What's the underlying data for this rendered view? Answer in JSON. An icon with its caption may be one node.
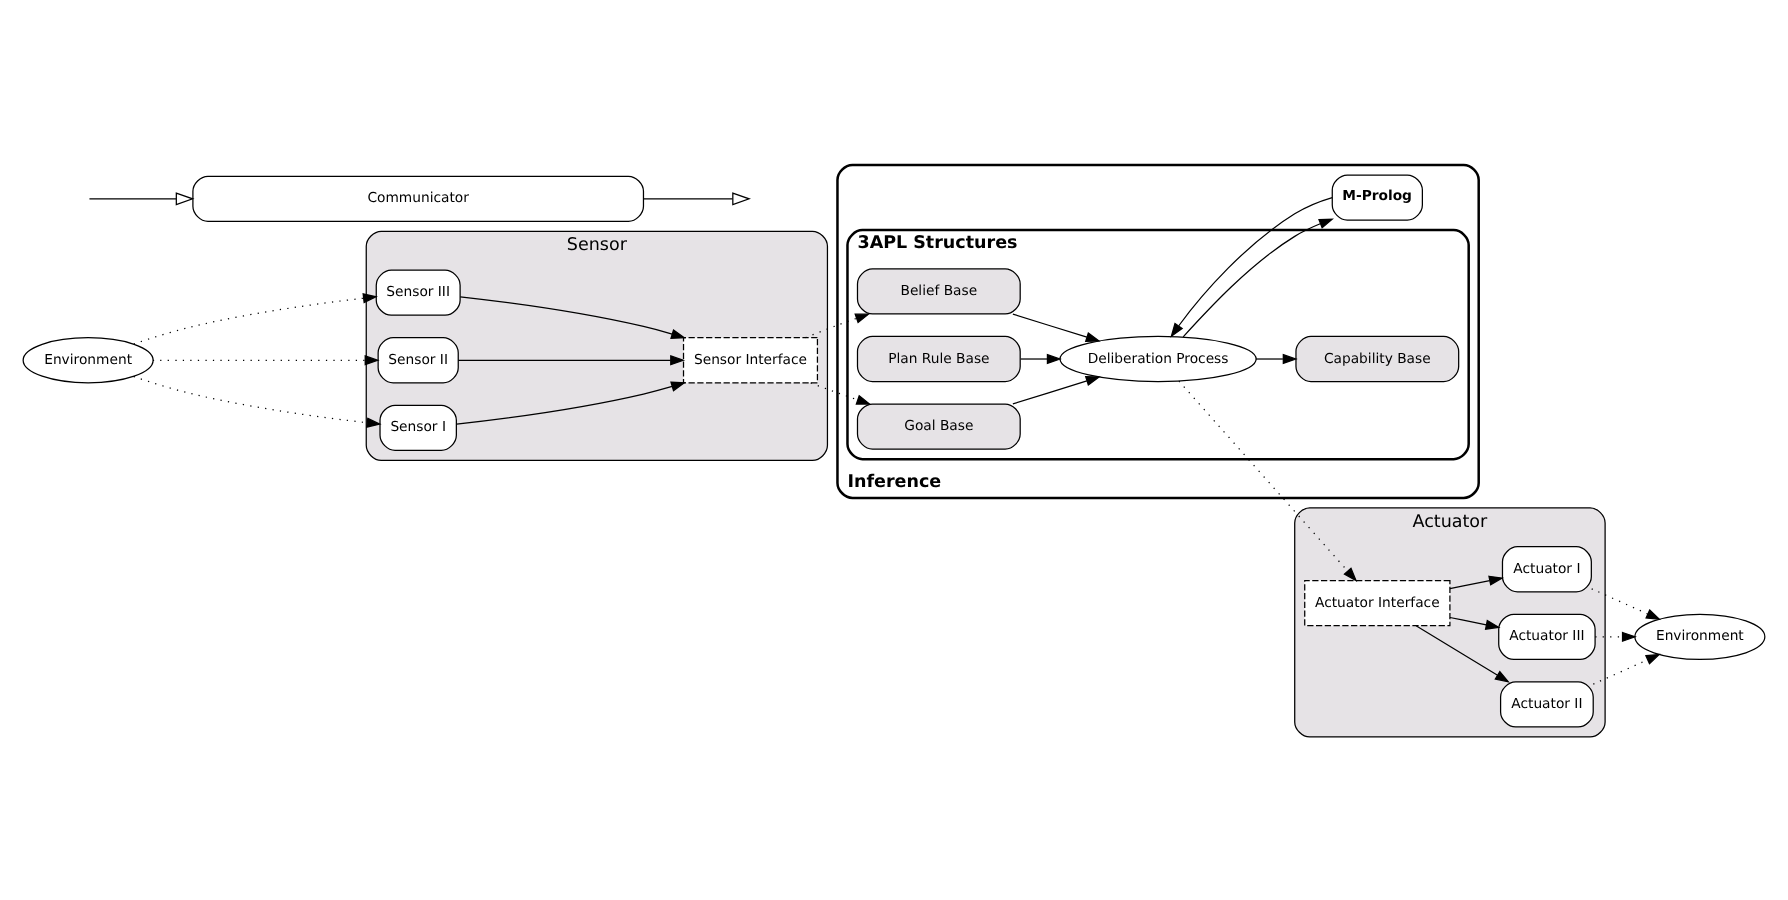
{
  "diagram": {
    "nodes": [
      {
        "text": [
          "Environment"
        ]
      },
      {
        "text": [
          "Sensor"
        ]
      },
      {
        "text": [
          "Sensor III"
        ],
        "in": 1
      },
      {
        "text": [
          "Sensor II"
        ],
        "in": 1
      },
      {
        "text": [
          "Sensor I"
        ],
        "in": 1
      },
      {
        "text": [
          "Sensor Interface"
        ],
        "in": 1
      },
      {
        "text": [
          "Inference"
        ]
      },
      {
        "text": [
          "3APL Structures"
        ],
        "in": 6
      },
      {
        "text": [
          "Belief Base"
        ],
        "in": 7
      },
      {
        "text": [
          "Capability Base"
        ],
        "in": 7
      },
      {
        "text": [
          "Plan Rule Base"
        ],
        "in": 7
      },
      {
        "text": [
          "Goal Base"
        ],
        "in": 7
      },
      {
        "text": [
          "Deliberation Process"
        ],
        "in": 7
      },
      {
        "text": [
          "M-Prolog"
        ],
        "in": 6
      },
      {
        "text": [
          "Actuator"
        ]
      },
      {
        "text": [
          "Actuator Interface"
        ],
        "in": 14
      },
      {
        "text": [
          "Actuator II"
        ],
        "in": 14
      },
      {
        "text": [
          "Actuator III"
        ],
        "in": 14
      },
      {
        "text": [
          "Actuator I"
        ],
        "in": 14
      },
      {
        "text": [
          "Environment"
        ]
      },
      {
        "text": [
          "Communicator"
        ]
      }
    ],
    "edges": [
      {
        "from": 0,
        "to": 2,
        "arrow": "to",
        "style": "dashed"
      },
      {
        "from": 0,
        "to": 3,
        "arrow": "to",
        "style": "dashed"
      },
      {
        "from": 0,
        "to": 4,
        "arrow": "to",
        "style": "dashed"
      },
      {
        "from": 2,
        "to": 5,
        "arrow": "to"
      },
      {
        "from": 3,
        "to": 5,
        "arrow": "to"
      },
      {
        "from": 4,
        "to": 5,
        "arrow": "to"
      },
      {
        "from": 5,
        "to": 8,
        "arrow": "to",
        "style": "dashed"
      },
      {
        "from": 5,
        "to": 11,
        "arrow": "to",
        "style": "dashed"
      },
      {
        "from": 8,
        "to": 12,
        "arrow": "to"
      },
      {
        "from": 12,
        "to": 9,
        "arrow": "to"
      },
      {
        "from": 10,
        "to": 12,
        "arrow": "to"
      },
      {
        "from": 11,
        "to": 12,
        "arrow": "to"
      },
      {
        "from": 12,
        "to": 13,
        "arrow": "to"
      },
      {
        "from": 13,
        "to": 12,
        "arrow": "to"
      },
      {
        "from": 12,
        "to": 15,
        "arrow": "to",
        "style": "dashed"
      },
      {
        "from": 15,
        "to": 16,
        "arrow": "to"
      },
      {
        "from": 15,
        "to": 17,
        "arrow": "to"
      },
      {
        "from": 15,
        "to": 18,
        "arrow": "to"
      },
      {
        "from": 16,
        "to": 19,
        "arrow": "to",
        "style": "dashed"
      },
      {
        "from": 17,
        "to": 19,
        "arrow": "to",
        "style": "dashed"
      },
      {
        "from": 18,
        "to": 19,
        "arrow": "to",
        "style": "dashed"
      },
      {
        "from": 20,
        "to": null,
        "arrow": "to"
      },
      {
        "from": null,
        "to": 20,
        "arrow": "to"
      }
    ]
  }
}
